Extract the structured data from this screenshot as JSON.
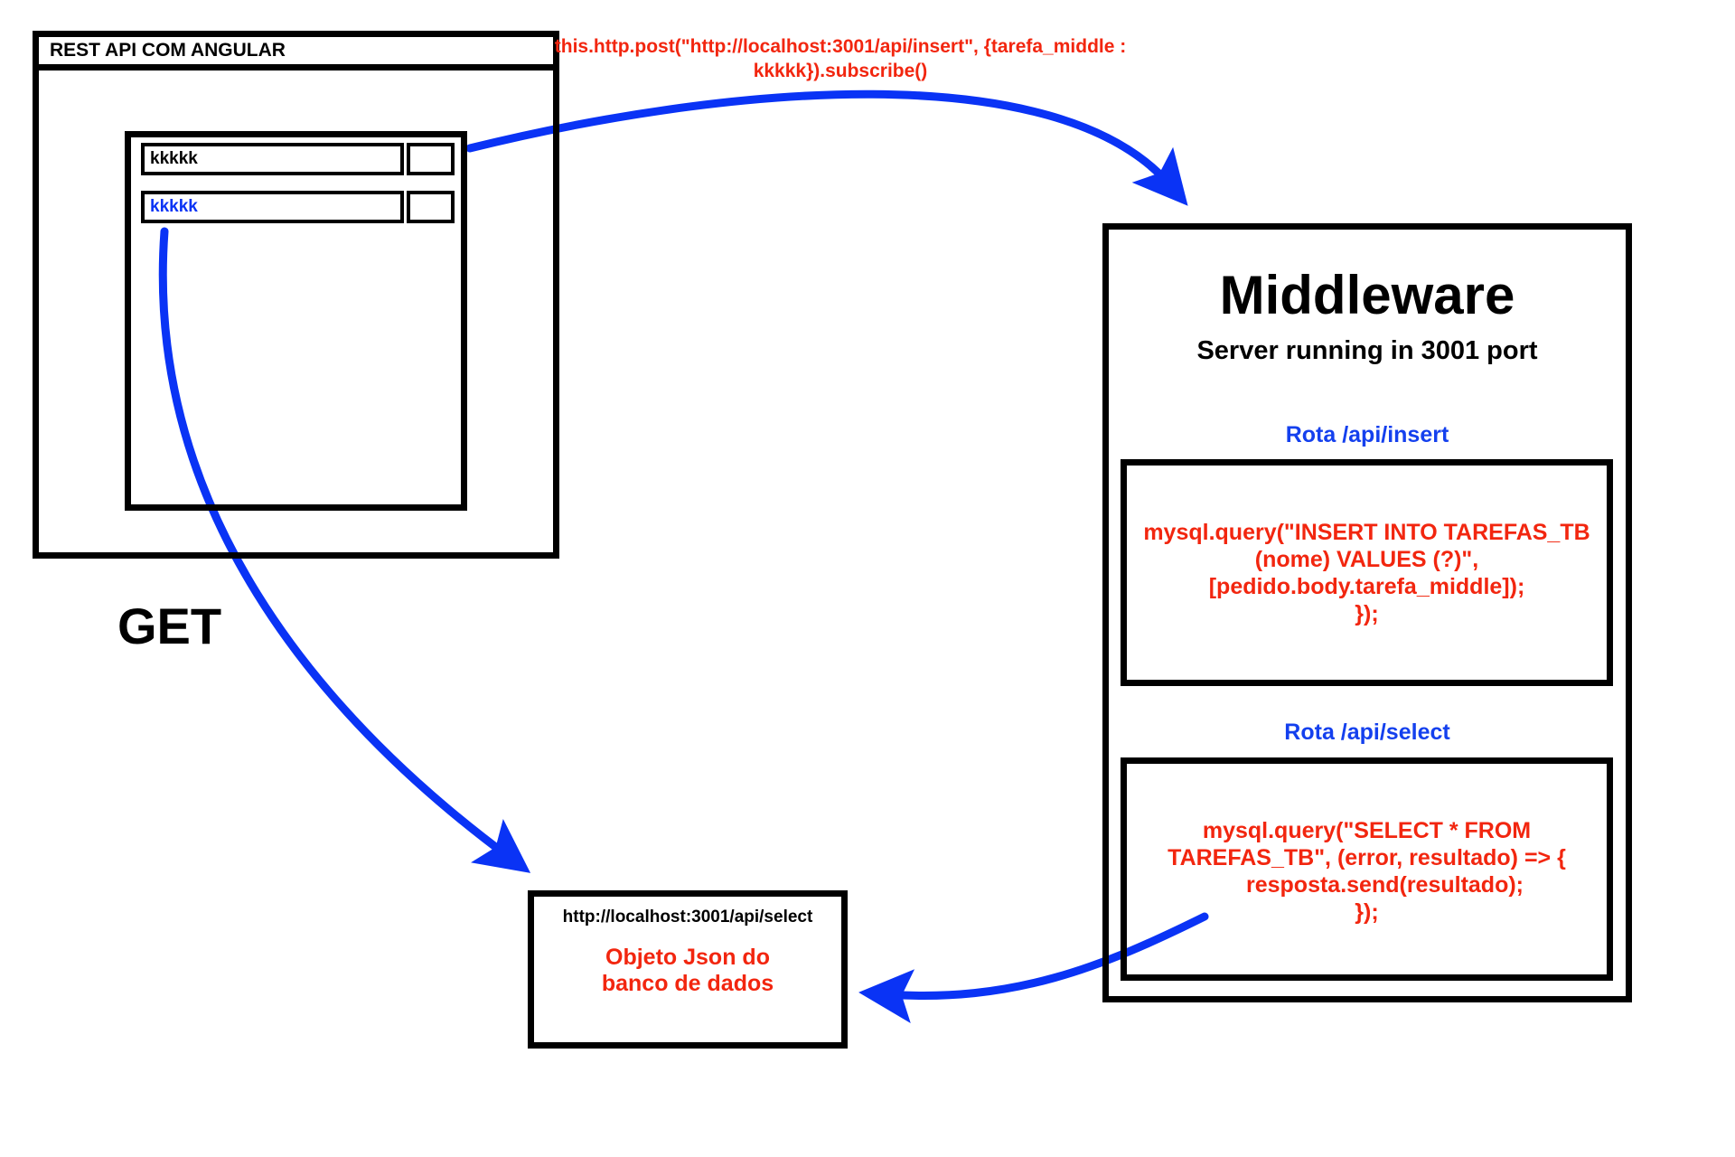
{
  "colors": {
    "stroke": "#000000",
    "arrow": "#0a33f5",
    "code": "#f2260f",
    "route": "#1440ee"
  },
  "browser": {
    "title": "REST API COM ANGULAR",
    "input1_value": "kkkkk",
    "input2_value": "kkkkk"
  },
  "post_call": {
    "line1": "this.http.post(\"http://localhost:3001/api/insert\", {tarefa_middle :",
    "line2": "kkkkk}).subscribe()"
  },
  "get_label": "GET",
  "middleware": {
    "title": "Middleware",
    "subtitle": "Server running in 3001 port",
    "insert_route": {
      "label": "Rota /api/insert",
      "code": [
        "mysql.query(\"INSERT INTO TAREFAS_TB",
        "(nome) VALUES (?)\",",
        "[pedido.body.tarefa_middle]);",
        "});"
      ]
    },
    "select_route": {
      "label": "Rota /api/select",
      "code": [
        "mysql.query(\"SELECT * FROM",
        "TAREFAS_TB\", (error, resultado) => {",
        "resposta.send(resultado);",
        "});"
      ]
    }
  },
  "result_panel": {
    "url": "http://localhost:3001/api/select",
    "line1": "Objeto Json do",
    "line2": "banco de dados"
  }
}
